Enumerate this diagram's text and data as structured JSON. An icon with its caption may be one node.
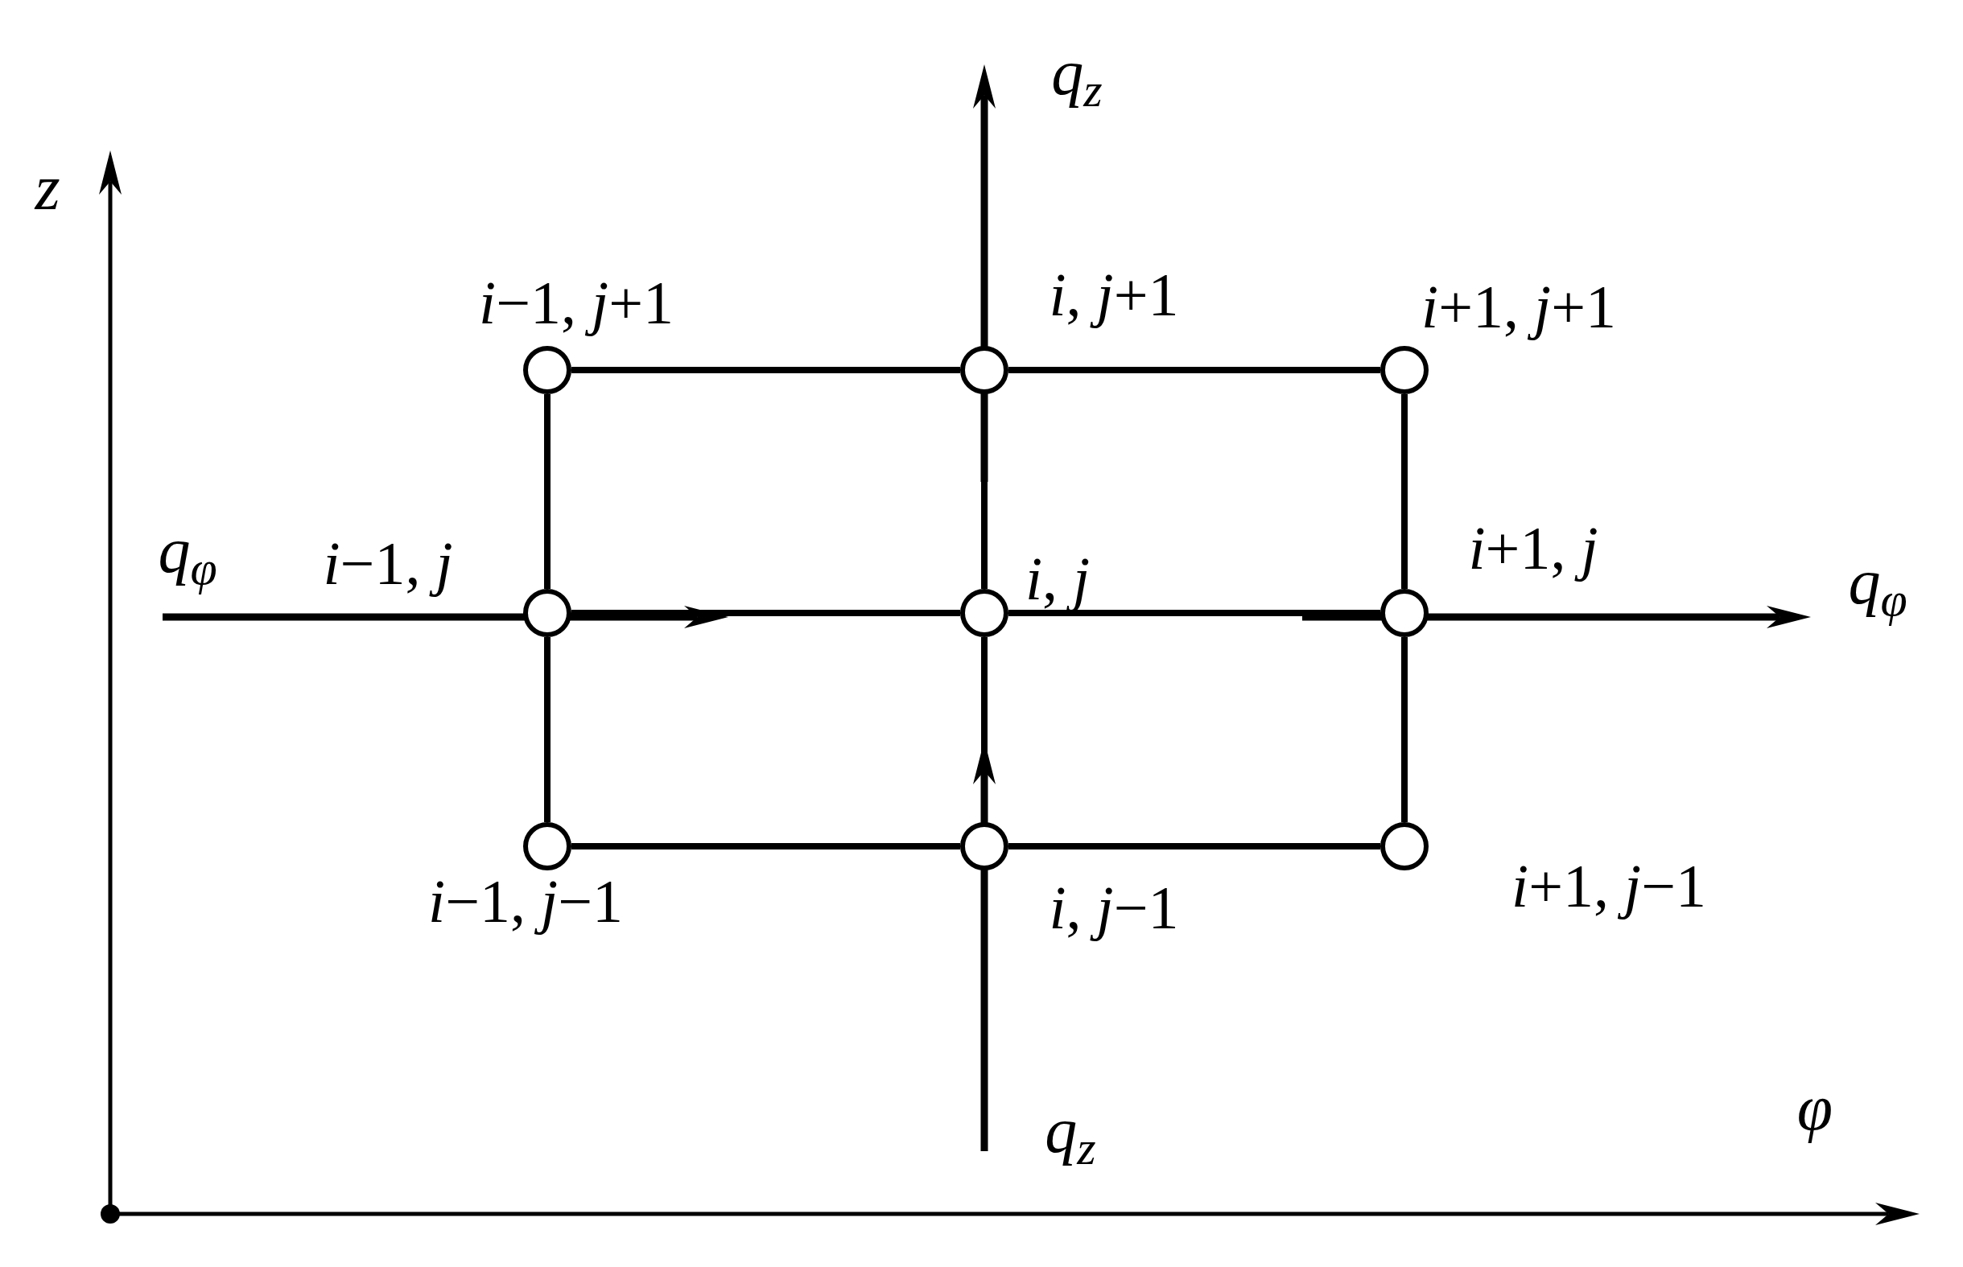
{
  "diagram": {
    "nodes": [
      {
        "text": [],
        "shape": "circle",
        "beside": [
          "*i*−1, *j*+1"
        ]
      },
      {
        "text": [],
        "shape": "circle",
        "beside": [
          "*i*, *j*+1"
        ]
      },
      {
        "text": [],
        "shape": "circle",
        "beside": [
          "*i*+1, *j*+1"
        ]
      },
      {
        "text": [],
        "shape": "circle",
        "beside": [
          "*i*−1, *j*"
        ]
      },
      {
        "text": [],
        "shape": "circle",
        "beside": [
          "*i*, *j*"
        ]
      },
      {
        "text": [],
        "shape": "circle",
        "beside": [
          "*i*+1, *j*"
        ]
      },
      {
        "text": [],
        "shape": "circle",
        "beside": [
          "*i*−1, *j*−1"
        ]
      },
      {
        "text": [],
        "shape": "circle",
        "beside": [
          "*i*, *j*−1"
        ]
      },
      {
        "text": [],
        "shape": "circle",
        "beside": [
          "*i*+1, *j*−1"
        ]
      }
    ],
    "edges": [
      {
        "from": 0,
        "to": 1,
        "arrow": "none"
      },
      {
        "from": 1,
        "to": 2,
        "arrow": "none"
      },
      {
        "from": 3,
        "to": 4,
        "arrow": "none"
      },
      {
        "from": 4,
        "to": 5,
        "arrow": "none"
      },
      {
        "from": 6,
        "to": 7,
        "arrow": "none"
      },
      {
        "from": 7,
        "to": 8,
        "arrow": "none"
      },
      {
        "from": 0,
        "to": 3,
        "arrow": "none"
      },
      {
        "from": 3,
        "to": 6,
        "arrow": "none"
      },
      {
        "from": 1,
        "to": 4,
        "arrow": "none"
      },
      {
        "from": 4,
        "to": 7,
        "arrow": "none"
      },
      {
        "from": 2,
        "to": 5,
        "arrow": "none"
      },
      {
        "from": 5,
        "to": 8,
        "arrow": "none"
      }
    ],
    "labels": [
      "*q*$_{z}$",
      "*z*",
      "*q*$_{φ}$",
      "*q*$_{φ}$",
      "*φ*",
      "*q*$_{z}$"
    ]
  }
}
